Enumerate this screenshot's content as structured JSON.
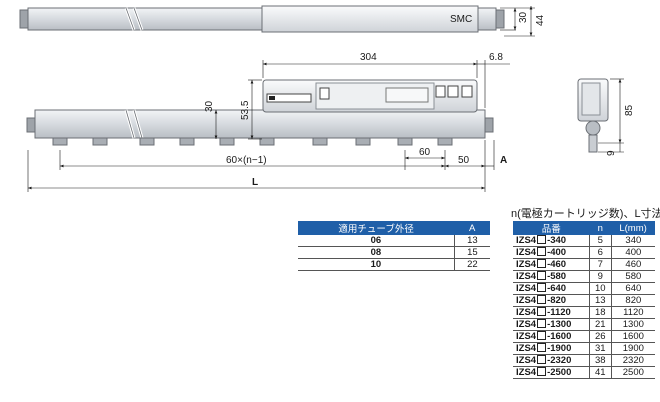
{
  "dimensions": {
    "top_height": "30",
    "top_total_height": "44",
    "width_304": "304",
    "offset_6_8": "6.8",
    "height_53_5": "53.5",
    "height_30": "30",
    "pitch_formula": "60×(n−1)",
    "pitch_60": "60",
    "end_50": "50",
    "label_A": "A",
    "label_L": "L",
    "side_85": "85",
    "side_9": "9"
  },
  "tube_table": {
    "headers": [
      "適用チューブ外径",
      "A"
    ],
    "rows": [
      [
        "06",
        "13"
      ],
      [
        "08",
        "15"
      ],
      [
        "10",
        "22"
      ]
    ]
  },
  "length_table": {
    "title": "n(電極カートリッジ数)、L寸法",
    "headers": [
      "品番",
      "n",
      "L(mm)"
    ],
    "prefix": "IZS4",
    "rows": [
      [
        "-340",
        "5",
        "340"
      ],
      [
        "-400",
        "6",
        "400"
      ],
      [
        "-460",
        "7",
        "460"
      ],
      [
        "-580",
        "9",
        "580"
      ],
      [
        "-640",
        "10",
        "640"
      ],
      [
        "-820",
        "13",
        "820"
      ],
      [
        "-1120",
        "18",
        "1120"
      ],
      [
        "-1300",
        "21",
        "1300"
      ],
      [
        "-1600",
        "26",
        "1600"
      ],
      [
        "-1900",
        "31",
        "1900"
      ],
      [
        "-2320",
        "38",
        "2320"
      ],
      [
        "-2500",
        "41",
        "2500"
      ]
    ]
  },
  "colors": {
    "header": "#1f5fa8",
    "body": "#dfe3e8",
    "edge": "#6b6f75"
  }
}
